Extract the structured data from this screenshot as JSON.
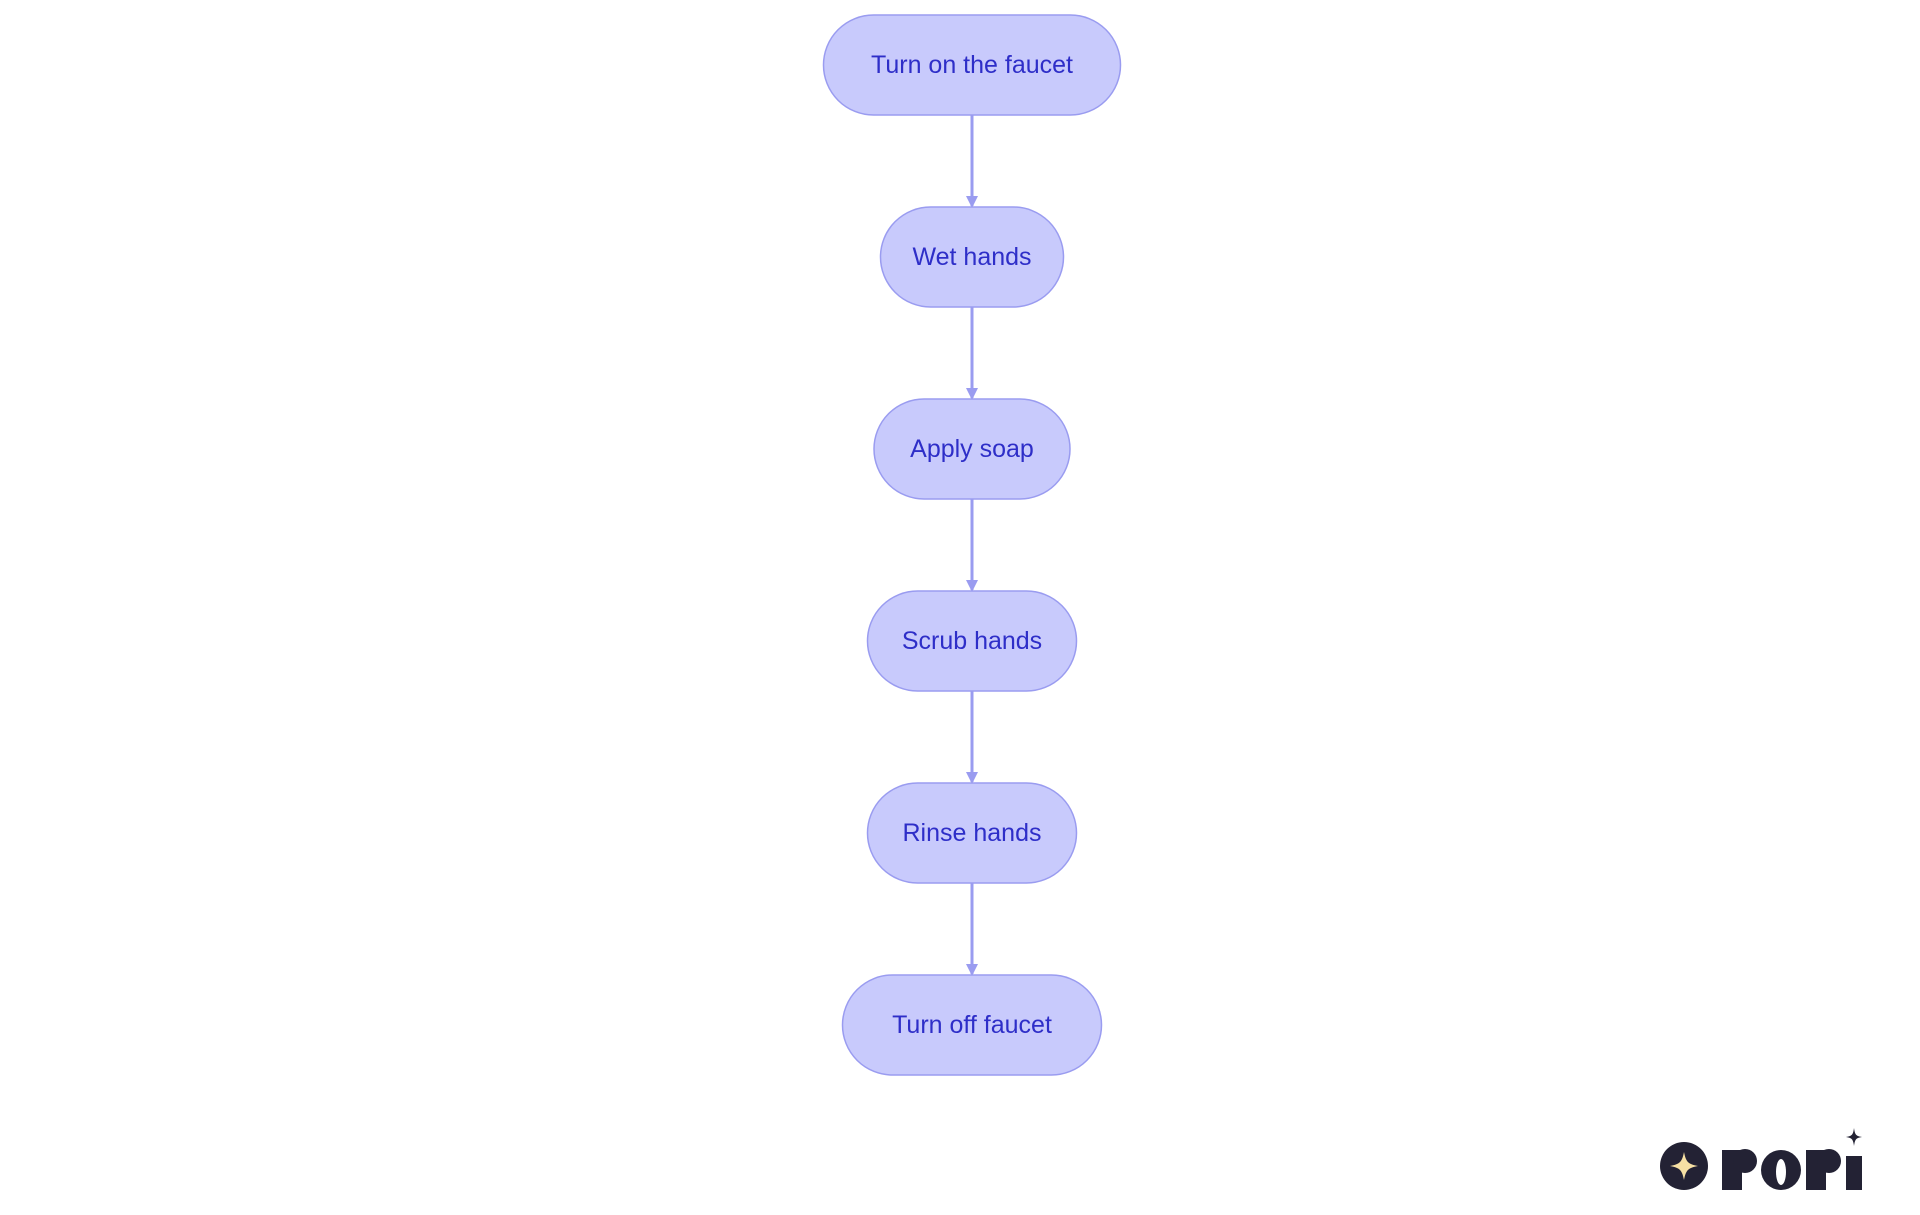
{
  "colors": {
    "node_fill": "#c8cafc",
    "node_stroke": "#9a9cf0",
    "node_text": "#2e2ec8",
    "edge": "#9a9cf0",
    "logo_dark": "#232234",
    "logo_accent": "#f6e0a4"
  },
  "diagram": {
    "type": "flowchart",
    "direction": "top-to-bottom",
    "nodes": [
      {
        "id": "n1",
        "label": "Turn on the faucet"
      },
      {
        "id": "n2",
        "label": "Wet hands"
      },
      {
        "id": "n3",
        "label": "Apply soap"
      },
      {
        "id": "n4",
        "label": "Scrub hands"
      },
      {
        "id": "n5",
        "label": "Rinse hands"
      },
      {
        "id": "n6",
        "label": "Turn off faucet"
      }
    ],
    "edges": [
      {
        "from": "n1",
        "to": "n2"
      },
      {
        "from": "n2",
        "to": "n3"
      },
      {
        "from": "n3",
        "to": "n4"
      },
      {
        "from": "n4",
        "to": "n5"
      },
      {
        "from": "n5",
        "to": "n6"
      }
    ]
  },
  "logo": {
    "icon": "sparkle-icon",
    "wordmark": "rori"
  }
}
